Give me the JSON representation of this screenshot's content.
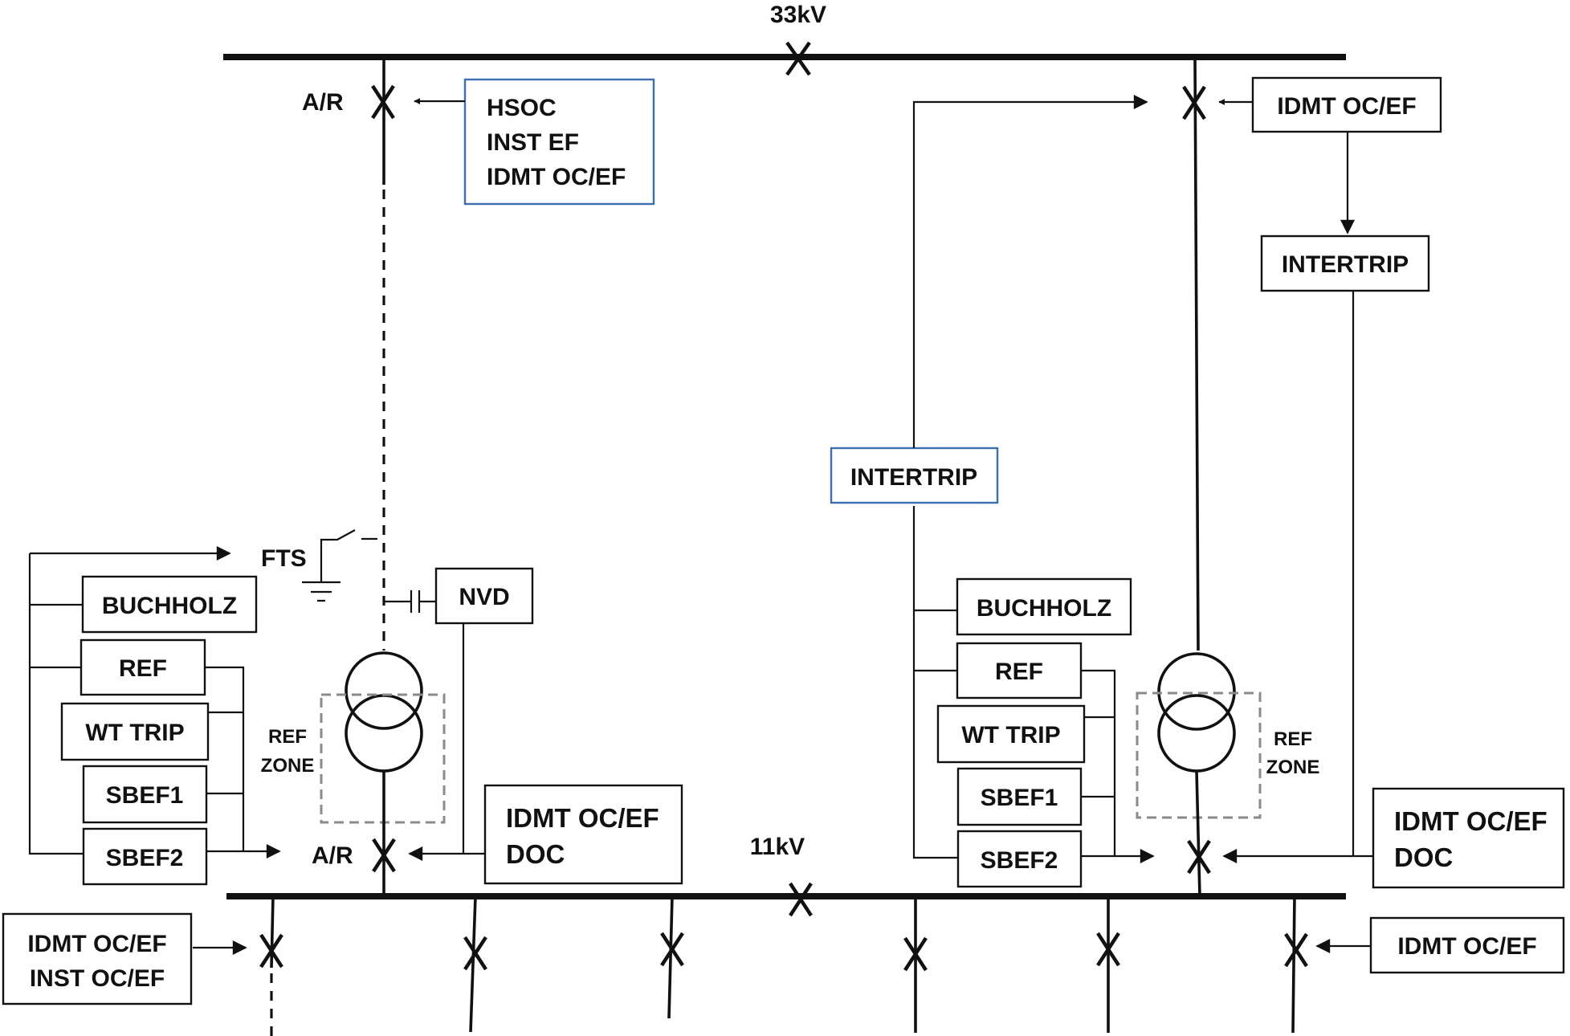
{
  "buses": {
    "hv_label": "33kV",
    "lv_label": "11kV"
  },
  "hv_left_feeder": {
    "ar_label": "A/R",
    "protection_lines": [
      "HSOC",
      "INST EF",
      "IDMT OC/EF"
    ]
  },
  "hv_right_feeder": {
    "protection_label": "IDMT OC/EF",
    "intertrip_label": "INTERTRIP"
  },
  "left_transformer": {
    "fts_label": "FTS",
    "nvd_label": "NVD",
    "buchholz_label": "BUCHHOLZ",
    "ref_label": "REF",
    "wt_trip_label": "WT TRIP",
    "sbef1_label": "SBEF1",
    "sbef2_label": "SBEF2",
    "ref_zone_lines": [
      "REF",
      "ZONE"
    ],
    "lv_ar_label": "A/R",
    "lv_protection_lines": [
      "IDMT OC/EF",
      "DOC"
    ]
  },
  "right_transformer": {
    "intertrip_label": "INTERTRIP",
    "buchholz_label": "BUCHHOLZ",
    "ref_label": "REF",
    "wt_trip_label": "WT TRIP",
    "sbef1_label": "SBEF1",
    "sbef2_label": "SBEF2",
    "ref_zone_lines": [
      "REF",
      "ZONE"
    ],
    "lv_protection_lines": [
      "IDMT OC/EF",
      "DOC"
    ]
  },
  "lv_outgoing_feeders": {
    "left_protection_lines": [
      "IDMT OC/EF",
      "INST OC/EF"
    ],
    "right_protection_label": "IDMT OC/EF"
  }
}
